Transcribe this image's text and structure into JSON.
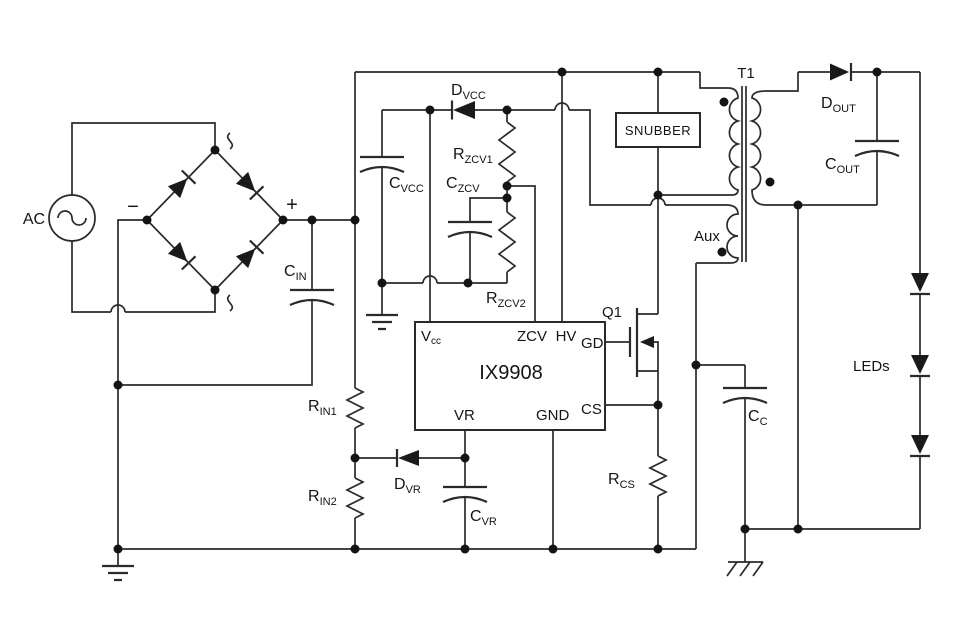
{
  "colors": {
    "line": "#2a2a2a",
    "background": "#ffffff",
    "text": "#141414"
  },
  "ac_source": {
    "label": "AC"
  },
  "bridge": {
    "plus": "+",
    "minus": "−"
  },
  "transformer": {
    "designator": "T1",
    "aux_label": "Aux"
  },
  "snubber": {
    "label": "SNUBBER"
  },
  "ic": {
    "part": "IX9908",
    "pins": {
      "vcc_main": "V",
      "vcc_sub": "cc",
      "zcv": "ZCV",
      "hv": "HV",
      "gd": "GD",
      "cs": "CS",
      "vr": "VR",
      "gnd": "GND"
    }
  },
  "mosfet": {
    "designator": "Q1"
  },
  "leds": {
    "label": "LEDs"
  },
  "components": {
    "cin": {
      "main": "C",
      "sub": "IN"
    },
    "dvcc": {
      "main": "D",
      "sub": "VCC"
    },
    "cvcc": {
      "main": "C",
      "sub": "VCC"
    },
    "rzcv1": {
      "main": "R",
      "sub": "ZCV1"
    },
    "czcv": {
      "main": "C",
      "sub": "ZCV"
    },
    "rzcv2": {
      "main": "R",
      "sub": "ZCV2"
    },
    "rin1": {
      "main": "R",
      "sub": "IN1"
    },
    "rin2": {
      "main": "R",
      "sub": "IN2"
    },
    "dvr": {
      "main": "D",
      "sub": "VR"
    },
    "cvr": {
      "main": "C",
      "sub": "VR"
    },
    "rcs": {
      "main": "R",
      "sub": "CS"
    },
    "cc": {
      "main": "C",
      "sub": "C"
    },
    "dout": {
      "main": "D",
      "sub": "OUT"
    },
    "cout": {
      "main": "C",
      "sub": "OUT"
    }
  }
}
